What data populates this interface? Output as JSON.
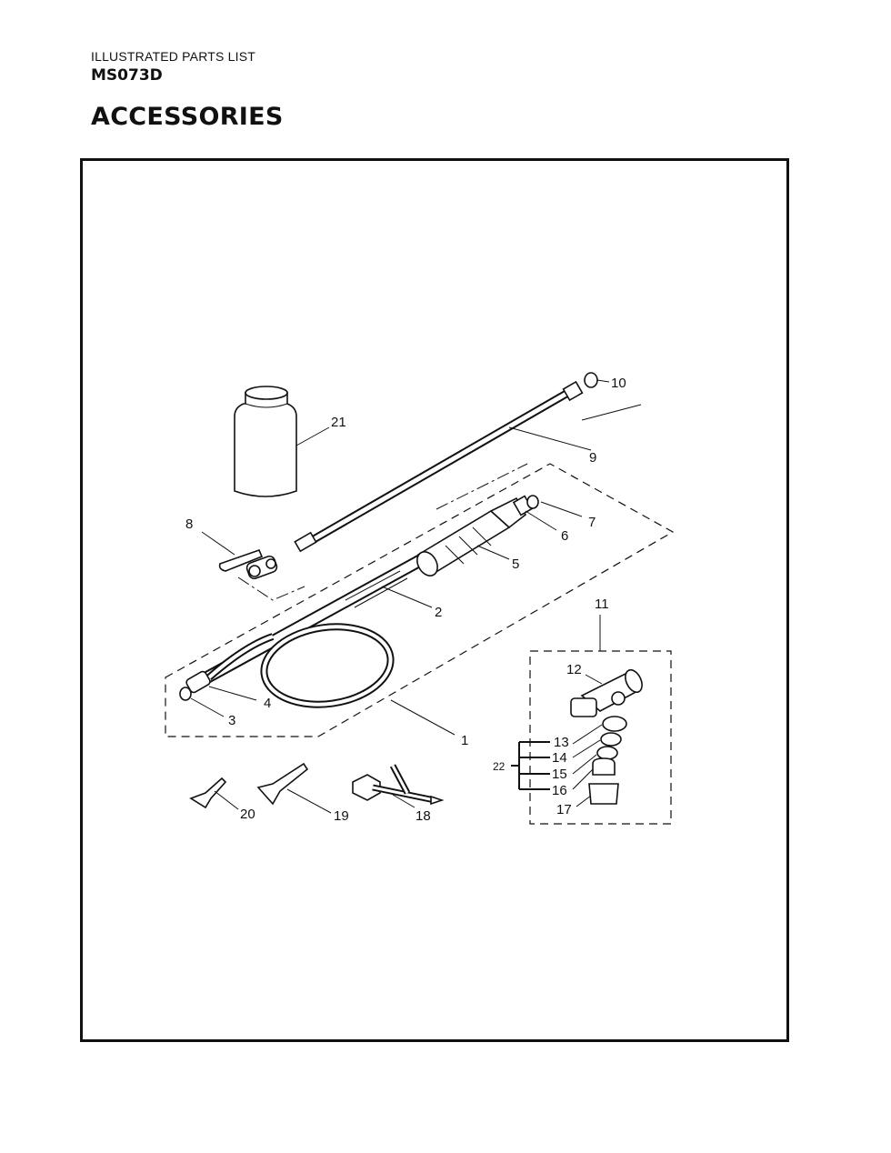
{
  "header": {
    "doc_type": "ILLUSTRATED PARTS LIST",
    "model": "MS073D",
    "section_title": "ACCESSORIES"
  },
  "callouts": {
    "c1": "1",
    "c2": "2",
    "c3": "3",
    "c4": "4",
    "c5": "5",
    "c6": "6",
    "c7": "7",
    "c8": "8",
    "c9": "9",
    "c10": "10",
    "c11": "11",
    "c12": "12",
    "c13": "13",
    "c14": "14",
    "c15": "15",
    "c16": "16",
    "c17": "17",
    "c18": "18",
    "c19": "19",
    "c20": "20",
    "c21": "21",
    "c22": "22"
  }
}
